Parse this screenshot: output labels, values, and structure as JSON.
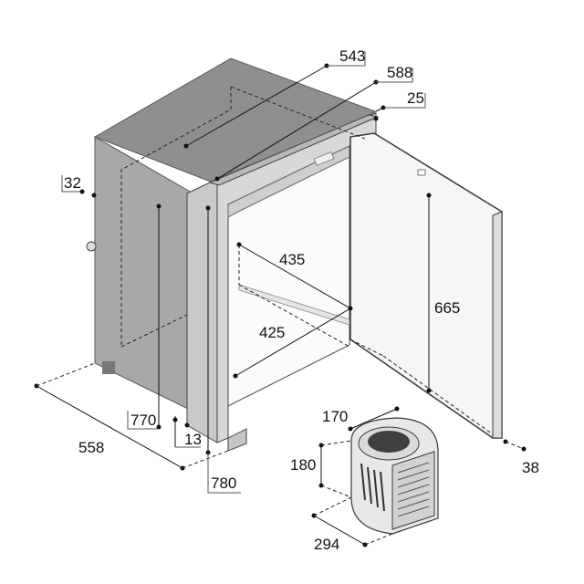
{
  "dimensions": {
    "top_depth": "543",
    "top_width": "588",
    "frame_depth": "25",
    "side_offset": "32",
    "inner_depth_top": "435",
    "inner_depth_bottom": "425",
    "inner_height": "665",
    "outer_height": "770",
    "bottom_offset": "13",
    "depth_total": "558",
    "door_height": "780",
    "door_offset": "38",
    "compressor_width": "170",
    "compressor_height": "180",
    "compressor_depth": "294"
  },
  "colors": {
    "cabinet_top": "#8c8c8c",
    "cabinet_side": "#a9a9a9",
    "front_frame": "#d3d3d3",
    "door": "#f4f4f4",
    "outline": "#3a3a3a"
  }
}
